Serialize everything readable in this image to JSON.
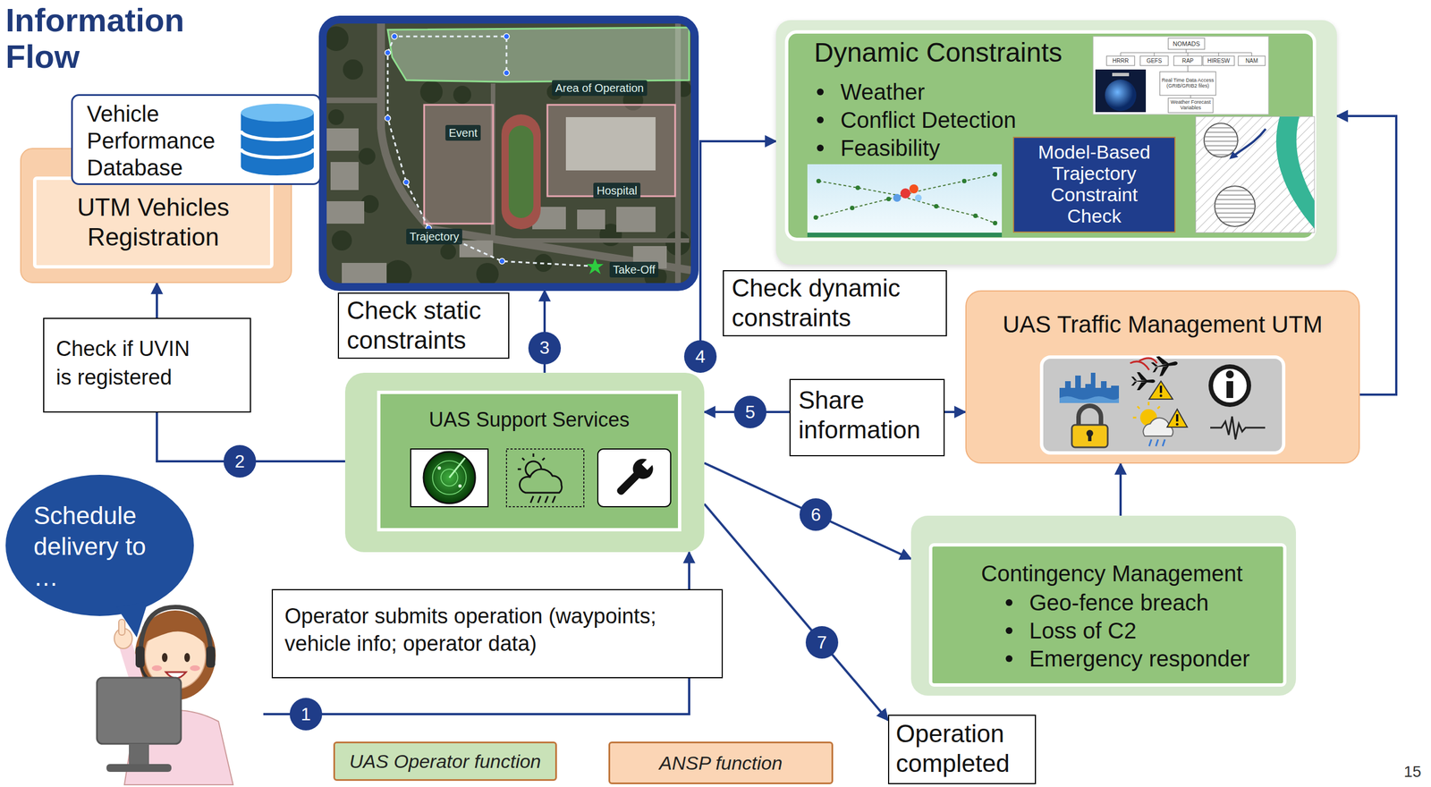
{
  "diagram": {
    "title": "Information Flow",
    "nodes": [
      {
        "text": [
          "Vehicle Performance Database"
        ]
      },
      {
        "text": [
          "UTM Vehicles Registration"
        ]
      },
      {
        "text": [
          "Area of Operation",
          "Event",
          "Hospital",
          "Trajectory",
          "Take-Off"
        ]
      },
      {
        "text": [
          "Check static constraints"
        ]
      },
      {
        "text": [
          "Dynamic Constraints",
          "Weather",
          "Conflict Detection",
          "Feasibility"
        ]
      },
      {
        "text": [
          "Model-Based Trajectory Constraint Check"
        ],
        "in": 4
      },
      {
        "text": [
          "Check dynamic constraints"
        ]
      },
      {
        "text": [
          "UAS Traffic Management UTM"
        ]
      },
      {
        "text": [
          "Check if UVIN is registered"
        ]
      },
      {
        "text": [
          "UAS Support Services"
        ]
      },
      {
        "text": [
          "Share information"
        ]
      },
      {
        "text": [
          "Schedule delivery to …"
        ]
      },
      {
        "text": [
          "Contingency Management",
          "Geo-fence breach",
          "Loss of C2",
          "Emergency responder"
        ]
      },
      {
        "text": [
          "Operator submits operation (waypoints; vehicle info; operator data)"
        ]
      },
      {
        "text": [
          "Operation completed"
        ]
      }
    ],
    "edges": [
      {
        "from": 11,
        "to": 9,
        "label": "1",
        "arrow": "to"
      },
      {
        "from": 9,
        "to": 1,
        "label": "2",
        "arrow": "to"
      },
      {
        "from": 9,
        "to": 2,
        "label": "3",
        "arrow": "to"
      },
      {
        "from": 9,
        "to": 4,
        "label": "4",
        "arrow": "to"
      },
      {
        "from": 9,
        "to": 7,
        "label": "5",
        "arrow": "both"
      },
      {
        "from": 9,
        "to": 12,
        "label": "6",
        "arrow": "to"
      },
      {
        "from": 9,
        "to": 14,
        "label": "7",
        "arrow": "to"
      },
      {
        "from": 7,
        "to": 4,
        "arrow": "to"
      },
      {
        "from": 12,
        "to": 7,
        "arrow": "to"
      }
    ],
    "labels": [
      "NOMADS",
      "HRRR",
      "GEFS",
      "RAP",
      "HIRESW",
      "NAM",
      "Real Time Data Access (GRIB/GRIB2 files)",
      "Weather Forecast Variables",
      "15"
    ],
    "legend": [
      {
        "text": "UAS Operator function",
        "color": "#c9e2b8"
      },
      {
        "text": "ANSP function",
        "color": "#fbd5b5"
      }
    ]
  }
}
